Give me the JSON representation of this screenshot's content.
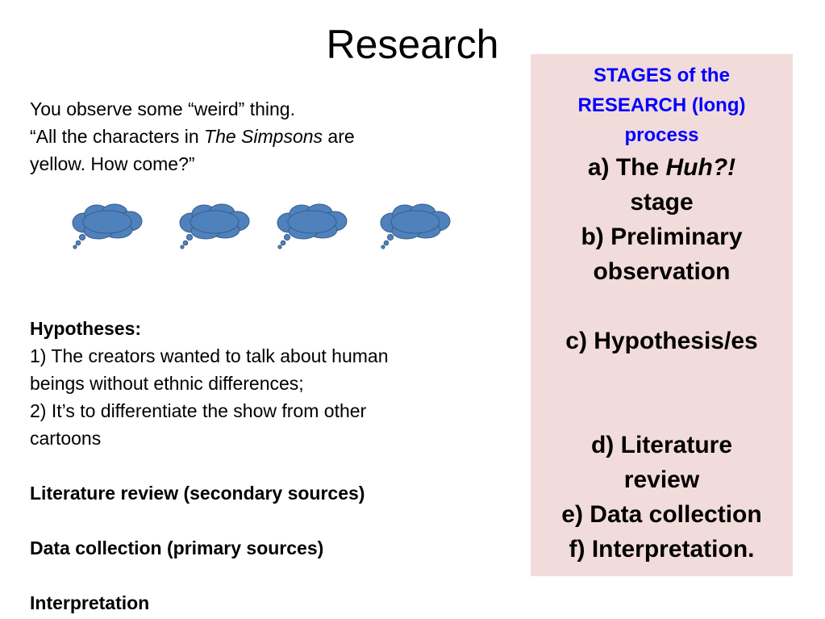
{
  "slide": {
    "title": "Research"
  },
  "intro": {
    "line1": "You observe some “weird” thing.",
    "line2_pre": "“All the characters in ",
    "line2_italic": "The Simpsons",
    "line2_post": "  are",
    "line3": "yellow. How come?”"
  },
  "thought_bubbles": {
    "count": 4,
    "fill": "#4f81bd",
    "stroke": "#385d8a"
  },
  "hypotheses": {
    "heading": "Hypotheses:",
    "lines": [
      "1) The creators wanted to talk about human",
      "beings without ethnic differences;",
      "2) It’s to differentiate the show from other",
      "cartoons"
    ]
  },
  "steps": {
    "literature": "Literature review (secondary sources)",
    "data": "Data collection (primary sources)",
    "interpretation": "Interpretation"
  },
  "stages_box": {
    "background": "#f2dcdb",
    "heading_color": "#0000ff",
    "heading_lines": [
      "STAGES of the",
      "RESEARCH (long)",
      "process"
    ],
    "a_pre": "a) The ",
    "a_italic": "Huh?!",
    "a_line2": "stage",
    "b_line1": "b) Preliminary",
    "b_line2": "observation",
    "c": "c) Hypothesis/es",
    "d_line1": "d) Literature",
    "d_line2": "review",
    "e": "e) Data collection",
    "f": "f) Interpretation."
  }
}
